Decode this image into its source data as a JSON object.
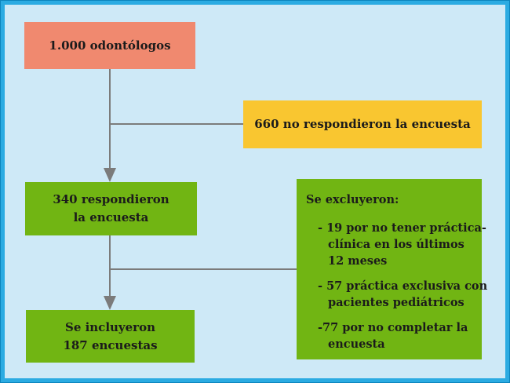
{
  "diagram": {
    "type": "flowchart",
    "nodes": {
      "start": {
        "label": "1.000 odontólogos"
      },
      "no_response": {
        "label": "660 no respondieron la encuesta"
      },
      "responded": {
        "line1": "340 respondieron",
        "line2": "la encuesta"
      },
      "excluded": {
        "title": "Se excluyeron:",
        "items": [
          {
            "lines": [
              "- 19 por no tener práctica-",
              "clínica en los últimos",
              "12 meses"
            ]
          },
          {
            "lines": [
              "- 57 práctica exclusiva con",
              "pacientes pediátricos"
            ]
          },
          {
            "lines": [
              "-77 por no completar la",
              "encuesta"
            ]
          }
        ]
      },
      "included": {
        "line1": "Se incluyeron",
        "line2": "187 encuestas"
      }
    },
    "colors": {
      "frame_border": "#2BABE2",
      "frame_border_outer": "#0D85BD",
      "background": "#CEE9F7",
      "start_node": "#F0896F",
      "no_response_node": "#F9C630",
      "green_node": "#71B513",
      "connector": "#7B7B7B",
      "text": "#1B1B1B"
    }
  }
}
